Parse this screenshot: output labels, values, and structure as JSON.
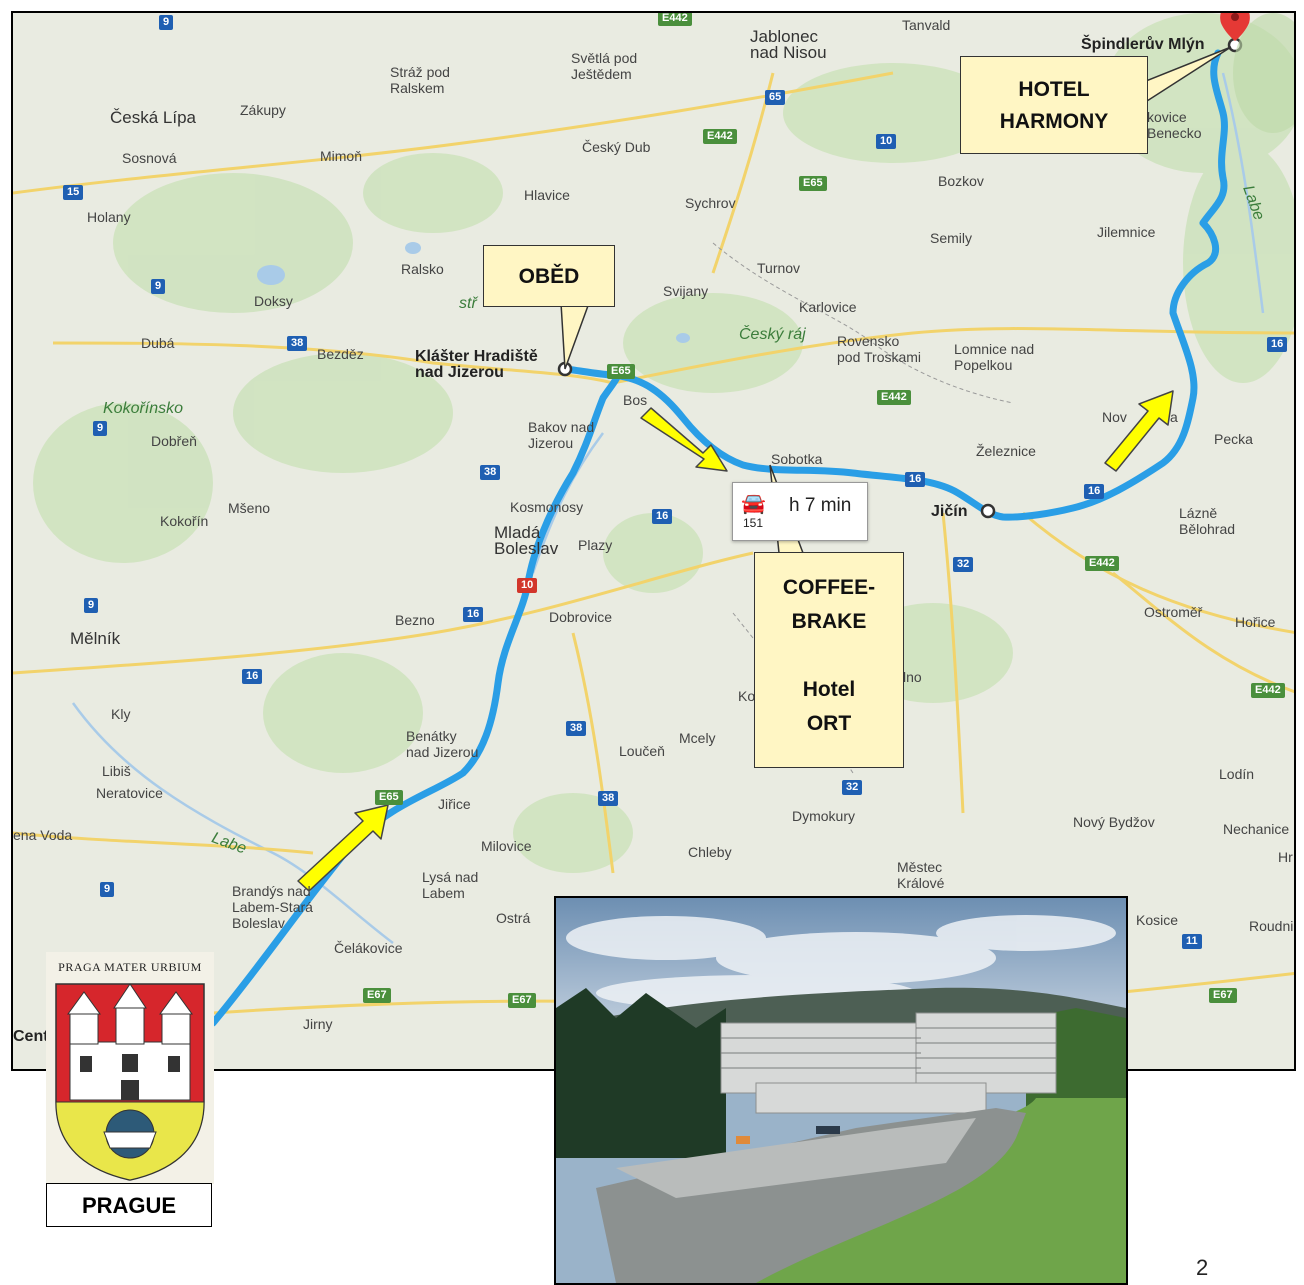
{
  "map": {
    "places": [
      {
        "id": "jablonec",
        "text": "Jablonec\nnad Nisou",
        "cls": "big"
      },
      {
        "id": "tanvald",
        "text": "Tanvald",
        "cls": ""
      },
      {
        "id": "svetla",
        "text": "Světlá pod\nJeštědem",
        "cls": ""
      },
      {
        "id": "straz",
        "text": "Stráž pod\nRalskem",
        "cls": ""
      },
      {
        "id": "zakupy",
        "text": "Zákupy",
        "cls": ""
      },
      {
        "id": "ceskalipa",
        "text": "Česká Lípa",
        "cls": "big"
      },
      {
        "id": "sosnova",
        "text": "Sosnová",
        "cls": ""
      },
      {
        "id": "mimon",
        "text": "Mimoň",
        "cls": ""
      },
      {
        "id": "ceskydub",
        "text": "Český Dub",
        "cls": ""
      },
      {
        "id": "hlavice",
        "text": "Hlavice",
        "cls": ""
      },
      {
        "id": "sychrov",
        "text": "Sychrov",
        "cls": ""
      },
      {
        "id": "bozkov",
        "text": "Bozkov",
        "cls": ""
      },
      {
        "id": "holany",
        "text": "Holany",
        "cls": ""
      },
      {
        "id": "semily",
        "text": "Semily",
        "cls": ""
      },
      {
        "id": "jilemnice",
        "text": "Jilemnice",
        "cls": ""
      },
      {
        "id": "ralsko",
        "text": "Ralsko",
        "cls": ""
      },
      {
        "id": "turnov",
        "text": "Turnov",
        "cls": ""
      },
      {
        "id": "doksy",
        "text": "Doksy",
        "cls": ""
      },
      {
        "id": "svijany",
        "text": "Svijany",
        "cls": ""
      },
      {
        "id": "karlovice",
        "text": "Karlovice",
        "cls": ""
      },
      {
        "id": "duba",
        "text": "Dubá",
        "cls": ""
      },
      {
        "id": "bezdez",
        "text": "Bezděz",
        "cls": ""
      },
      {
        "id": "klaster",
        "text": "Klášter Hradiště\nnad Jizerou",
        "cls": "bold"
      },
      {
        "id": "ceskyraj",
        "text": "Český ráj",
        "cls": "park"
      },
      {
        "id": "rovensko",
        "text": "Rovensko\npod Troskami",
        "cls": ""
      },
      {
        "id": "lomnice",
        "text": "Lomnice nad\nPopelkou",
        "cls": ""
      },
      {
        "id": "kokorinsko",
        "text": "Kokořínsko",
        "cls": "park"
      },
      {
        "id": "bakov",
        "text": "Bakov nad\nJizerou",
        "cls": ""
      },
      {
        "id": "dobren",
        "text": "Dobřeň",
        "cls": ""
      },
      {
        "id": "sobotka",
        "text": "Sobotka",
        "cls": ""
      },
      {
        "id": "zeleznice",
        "text": "Železnice",
        "cls": ""
      },
      {
        "id": "pecka",
        "text": "Pecka",
        "cls": ""
      },
      {
        "id": "kosmonosy",
        "text": "Kosmonosy",
        "cls": ""
      },
      {
        "id": "mseno",
        "text": "Mšeno",
        "cls": ""
      },
      {
        "id": "kokorin",
        "text": "Kokořín",
        "cls": ""
      },
      {
        "id": "mlada",
        "text": "Mladá\nBoleslav",
        "cls": "big"
      },
      {
        "id": "plazy",
        "text": "Plazy",
        "cls": ""
      },
      {
        "id": "jicin",
        "text": "Jičín",
        "cls": "bold"
      },
      {
        "id": "lazne",
        "text": "Lázně\nBělohrad",
        "cls": ""
      },
      {
        "id": "bezno",
        "text": "Bezno",
        "cls": ""
      },
      {
        "id": "dobrovice",
        "text": "Dobrovice",
        "cls": ""
      },
      {
        "id": "ostromer",
        "text": "Ostroměř",
        "cls": ""
      },
      {
        "id": "horice",
        "text": "Hořice",
        "cls": ""
      },
      {
        "id": "melnik",
        "text": "Mělník",
        "cls": "big"
      },
      {
        "id": "kly",
        "text": "Kly",
        "cls": ""
      },
      {
        "id": "benatky",
        "text": "Benátky\nnad Jizerou",
        "cls": ""
      },
      {
        "id": "mcely",
        "text": "Mcely",
        "cls": ""
      },
      {
        "id": "loucen",
        "text": "Loučeň",
        "cls": ""
      },
      {
        "id": "libis",
        "text": "Libiš",
        "cls": ""
      },
      {
        "id": "neratovice",
        "text": "Neratovice",
        "cls": ""
      },
      {
        "id": "jirice",
        "text": "Jiřice",
        "cls": ""
      },
      {
        "id": "dymokury",
        "text": "Dymokury",
        "cls": ""
      },
      {
        "id": "nbydzov",
        "text": "Nový Bydžov",
        "cls": ""
      },
      {
        "id": "nechanice",
        "text": "Nechanice",
        "cls": ""
      },
      {
        "id": "lodin",
        "text": "Lodín",
        "cls": ""
      },
      {
        "id": "vodacut",
        "text": "ena Voda",
        "cls": ""
      },
      {
        "id": "milovice",
        "text": "Milovice",
        "cls": ""
      },
      {
        "id": "chleby",
        "text": "Chleby",
        "cls": ""
      },
      {
        "id": "mestec",
        "text": "Městec\nKrálové",
        "cls": ""
      },
      {
        "id": "brandys",
        "text": "Brandýs nad\nLabem-Stará\nBoleslav",
        "cls": ""
      },
      {
        "id": "lysa",
        "text": "Lysá nad\nLabem",
        "cls": ""
      },
      {
        "id": "ostra",
        "text": "Ostrá",
        "cls": ""
      },
      {
        "id": "kosice",
        "text": "Kosice",
        "cls": ""
      },
      {
        "id": "roudni",
        "text": "Roudni",
        "cls": ""
      },
      {
        "id": "celakovice",
        "text": "Čelákovice",
        "cls": ""
      },
      {
        "id": "jirny",
        "text": "Jirny",
        "cls": ""
      },
      {
        "id": "centcut",
        "text": "Cent",
        "cls": "bold"
      },
      {
        "id": "spindl",
        "text": "Špindlerův Mlýn",
        "cls": "bold"
      },
      {
        "id": "vicecut",
        "text": "kovice\nBenecko",
        "cls": ""
      },
      {
        "id": "labe1",
        "text": "Labe",
        "cls": "park"
      },
      {
        "id": "labe2",
        "text": "Labe",
        "cls": "park"
      },
      {
        "id": "str",
        "text": "stř",
        "cls": "park"
      },
      {
        "id": "novcut",
        "text": "Nov",
        "cls": ""
      },
      {
        "id": "acut",
        "text": "a",
        "cls": ""
      },
      {
        "id": "kocut",
        "text": "Ko",
        "cls": ""
      },
      {
        "id": "lnocut",
        "text": "lno",
        "cls": ""
      },
      {
        "id": "hrcut",
        "text": "Hr",
        "cls": ""
      },
      {
        "id": "boscut",
        "text": "Bos",
        "cls": ""
      }
    ],
    "shields": [
      {
        "id": "s9a",
        "text": "9",
        "color": "blue"
      },
      {
        "id": "se442top",
        "text": "E442",
        "color": "green"
      },
      {
        "id": "s65",
        "text": "65",
        "color": "blue"
      },
      {
        "id": "se442b",
        "text": "E442",
        "color": "green"
      },
      {
        "id": "s10a",
        "text": "10",
        "color": "blue"
      },
      {
        "id": "se65a",
        "text": "E65",
        "color": "green"
      },
      {
        "id": "s15",
        "text": "15",
        "color": "blue"
      },
      {
        "id": "s9b",
        "text": "9",
        "color": "blue"
      },
      {
        "id": "s38a",
        "text": "38",
        "color": "blue"
      },
      {
        "id": "se65b",
        "text": "E65",
        "color": "green"
      },
      {
        "id": "s16a",
        "text": "16",
        "color": "blue"
      },
      {
        "id": "se442c",
        "text": "E442",
        "color": "green"
      },
      {
        "id": "s9c",
        "text": "9",
        "color": "blue"
      },
      {
        "id": "s38b",
        "text": "38",
        "color": "blue"
      },
      {
        "id": "s16b",
        "text": "16",
        "color": "blue"
      },
      {
        "id": "s16c",
        "text": "16",
        "color": "blue"
      },
      {
        "id": "s16d",
        "text": "16",
        "color": "blue"
      },
      {
        "id": "s32a",
        "text": "32",
        "color": "blue"
      },
      {
        "id": "se442d",
        "text": "E442",
        "color": "green"
      },
      {
        "id": "s10b",
        "text": "10",
        "color": "red"
      },
      {
        "id": "s9d",
        "text": "9",
        "color": "blue"
      },
      {
        "id": "s16e",
        "text": "16",
        "color": "blue"
      },
      {
        "id": "s16f",
        "text": "16",
        "color": "blue"
      },
      {
        "id": "se442e",
        "text": "E442",
        "color": "green"
      },
      {
        "id": "s38c",
        "text": "38",
        "color": "blue"
      },
      {
        "id": "s38d",
        "text": "38",
        "color": "blue"
      },
      {
        "id": "s32b",
        "text": "32",
        "color": "blue"
      },
      {
        "id": "se65c",
        "text": "E65",
        "color": "green"
      },
      {
        "id": "s9e",
        "text": "9",
        "color": "blue"
      },
      {
        "id": "se67a",
        "text": "E67",
        "color": "green"
      },
      {
        "id": "se67b",
        "text": "E67",
        "color": "green"
      },
      {
        "id": "s11",
        "text": "11",
        "color": "blue"
      },
      {
        "id": "se67c",
        "text": "E67",
        "color": "green"
      }
    ],
    "route_info": {
      "time": "h 7 min",
      "distance": "151"
    },
    "colors": {
      "route": "#2a9ee6",
      "arrow": "#ffff00",
      "callout_bg": "#fff6c4",
      "pin": "#e53935"
    }
  },
  "callouts": {
    "hotel_harmony": "HOTEL\nHARMONY",
    "obed": "OBĚD",
    "coffee": "COFFEE-\nBRAKE\n\nHotel\nORT"
  },
  "coat": {
    "caption": "PRAGA MATER URBIUM",
    "label": "PRAGUE"
  },
  "page_number": "2"
}
